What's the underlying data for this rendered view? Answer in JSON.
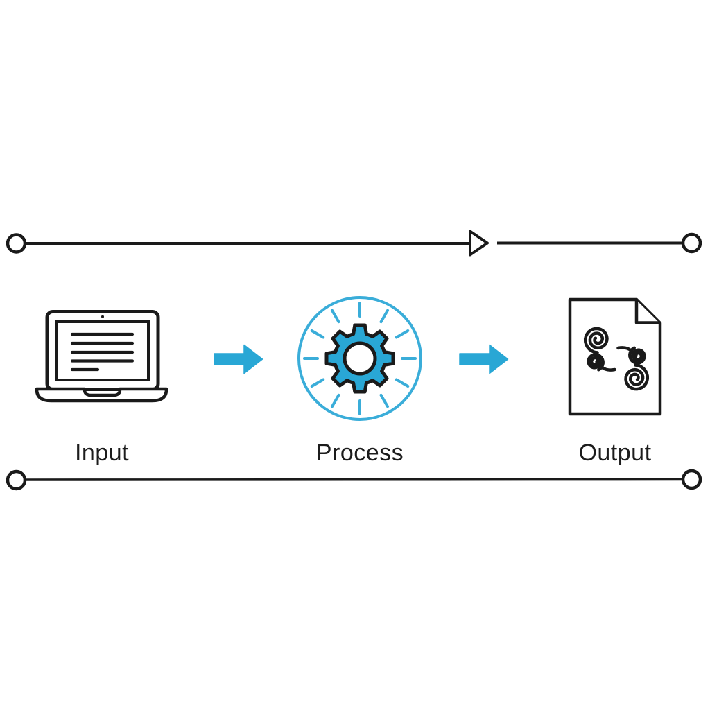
{
  "diagram": {
    "stages": [
      {
        "label": "Input",
        "icon": "laptop-icon"
      },
      {
        "label": "Process",
        "icon": "gear-icon"
      },
      {
        "label": "Output",
        "icon": "document-icon"
      }
    ],
    "colors": {
      "accent": "#29a7d5",
      "accent_light": "#3aadd9",
      "ink": "#1a1a1a",
      "text": "#1c1c1c",
      "background": "#ffffff"
    }
  }
}
